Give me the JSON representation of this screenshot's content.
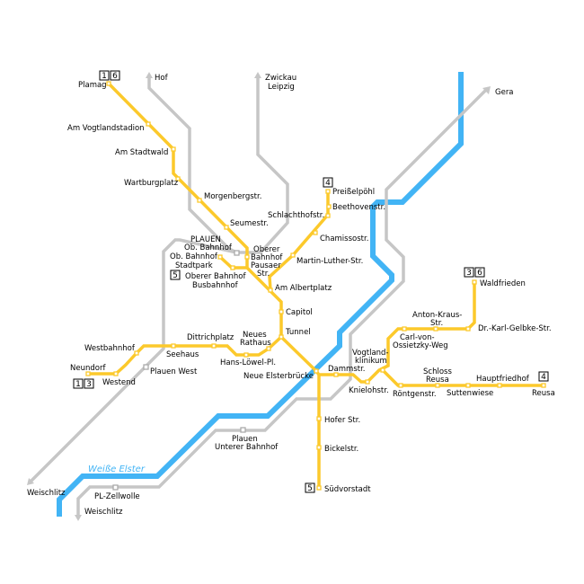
{
  "map": {
    "river": "Weiße Elster",
    "rail_destinations": {
      "hof": "Hof",
      "zwickau": "Zwickau",
      "leipzig": "Leipzig",
      "gera": "Gera",
      "weischlitz_west": "Weischlitz",
      "weischlitz_south": "Weischlitz"
    },
    "rail_stations": {
      "plauen": "PLAUEN",
      "ob_bahnhof": "Ob. Bahnhof",
      "plauen_west1": "Plauen West",
      "unterer1": "Plauen",
      "unterer2": "Unterer Bahnhof",
      "zellwolle": "PL-Zellwolle"
    },
    "stations": {
      "plamag": "Plamag",
      "vogtlandstadion": "Am Vogtlandstadion",
      "stadtwald": "Am Stadtwald",
      "wartburgplatz": "Wartburgplatz",
      "morgenbergstr": "Morgenbergstr.",
      "seumestr": "Seumestr.",
      "oberer1": "Oberer",
      "oberer2": "Bahnhof",
      "oberer3": "Pausaer",
      "oberer4": "Str.",
      "stadtpark1": "Ob. Bahnhof",
      "stadtpark2": "Stadtpark",
      "busbahnhof1": "Oberer Bahnhof",
      "busbahnhof2": "Busbahnhof",
      "albertplatz": "Am Albertplatz",
      "capitol": "Capitol",
      "tunnel": "Tunnel",
      "preisselpoehl": "Preißelpöhl",
      "beethovenstr": "Beethovenstr.",
      "schlachthofstr": "Schlachthofstr.",
      "chamissostr": "Chamissostr.",
      "martin_luther": "Martin-Luther-Str.",
      "rathaus1": "Neues",
      "rathaus2": "Rathaus",
      "hans_loewel": "Hans-Löwel-Pl.",
      "dittrichplatz": "Dittrichplatz",
      "seehaus": "Seehaus",
      "westbahnhof": "Westbahnhof",
      "westend": "Westend",
      "neundorf": "Neundorf",
      "elsterbruecke": "Neue Elsterbrücke",
      "dammstr": "Dammstr.",
      "knielohstr": "Knielohstr.",
      "klinikum1": "Vogtland-",
      "klinikum2": "klinikum",
      "ossietzky1": "Carl-von-",
      "ossietzky2": "Ossietzky-Weg",
      "kraus1": "Anton-Kraus-",
      "kraus2": "Str.",
      "gelbke": "Dr.-Karl-Gelbke-Str.",
      "waldfrieden": "Waldfrieden",
      "roentgenstr": "Röntgenstr.",
      "reusa_schloss1": "Schloss",
      "reusa_schloss2": "Reusa",
      "suttenwiese": "Suttenwiese",
      "hauptfriedhof": "Hauptfriedhof",
      "reusa": "Reusa",
      "hofer": "Hofer Str.",
      "bickelstr": "Bickelstr.",
      "suedvorstadt": "Südvorstadt"
    },
    "line_badges": {
      "plamag": [
        "1",
        "6"
      ],
      "preisselpoehl": [
        "4"
      ],
      "busbahnhof": [
        "5"
      ],
      "waldfrieden": [
        "3",
        "6"
      ],
      "neundorf": [
        "1",
        "3"
      ],
      "reusa": [
        "4"
      ],
      "suedvorstadt": [
        "5"
      ]
    },
    "colors": {
      "tram": "#fcc92b",
      "rail": "#c6c6c6",
      "river": "#42b4f5"
    }
  }
}
